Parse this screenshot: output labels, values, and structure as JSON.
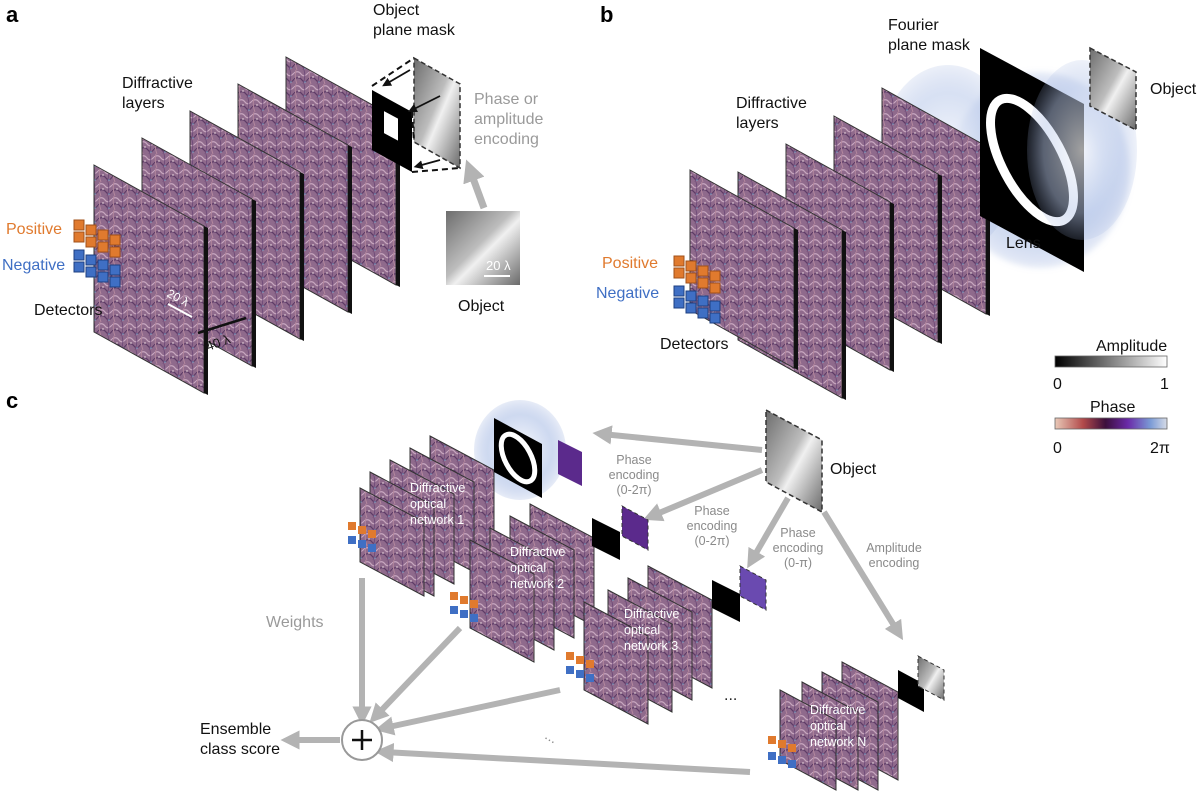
{
  "panels": {
    "a": "a",
    "b": "b",
    "c": "c"
  },
  "panel_a": {
    "object_plane_mask": [
      "Object",
      "plane mask"
    ],
    "diffractive_layers": [
      "Diffractive",
      "layers"
    ],
    "encoding": [
      "Phase or",
      "amplitude",
      "encoding"
    ],
    "positive": "Positive",
    "negative": "Negative",
    "detectors": "Detectors",
    "scale_20": "20 λ",
    "scale_40": "40 λ",
    "object_scale": "20 λ",
    "object": "Object"
  },
  "panel_b": {
    "fourier_mask": [
      "Fourier",
      "plane mask"
    ],
    "diffractive_layers": [
      "Diffractive",
      "layers"
    ],
    "object": "Object",
    "lens": "Lens",
    "positive": "Positive",
    "negative": "Negative",
    "detectors": "Detectors"
  },
  "legend": {
    "amplitude_title": "Amplitude",
    "amplitude_min": "0",
    "amplitude_max": "1",
    "phase_title": "Phase",
    "phase_min": "0",
    "phase_max": "2π"
  },
  "panel_c": {
    "object": "Object",
    "enc1": [
      "Phase",
      "encoding",
      "(0-2π)"
    ],
    "enc2": [
      "Phase",
      "encoding",
      "(0-2π)"
    ],
    "enc3": [
      "Phase",
      "encoding",
      "(0-π)"
    ],
    "enc4": [
      "Amplitude",
      "encoding"
    ],
    "net1": [
      "Diffractive",
      "optical",
      "network 1"
    ],
    "net2": [
      "Diffractive",
      "optical",
      "network 2"
    ],
    "net3": [
      "Diffractive",
      "optical",
      "network 3"
    ],
    "netN": [
      "Diffractive",
      "optical",
      "network N"
    ],
    "weights": "Weights",
    "ensemble": [
      "Ensemble",
      "class score"
    ],
    "dots": "..."
  },
  "colors": {
    "positive": "#e07a2e",
    "negative": "#3f6fc4",
    "arrow_gray": "#b3b3b3",
    "layer_purple": "#8a5a86"
  }
}
